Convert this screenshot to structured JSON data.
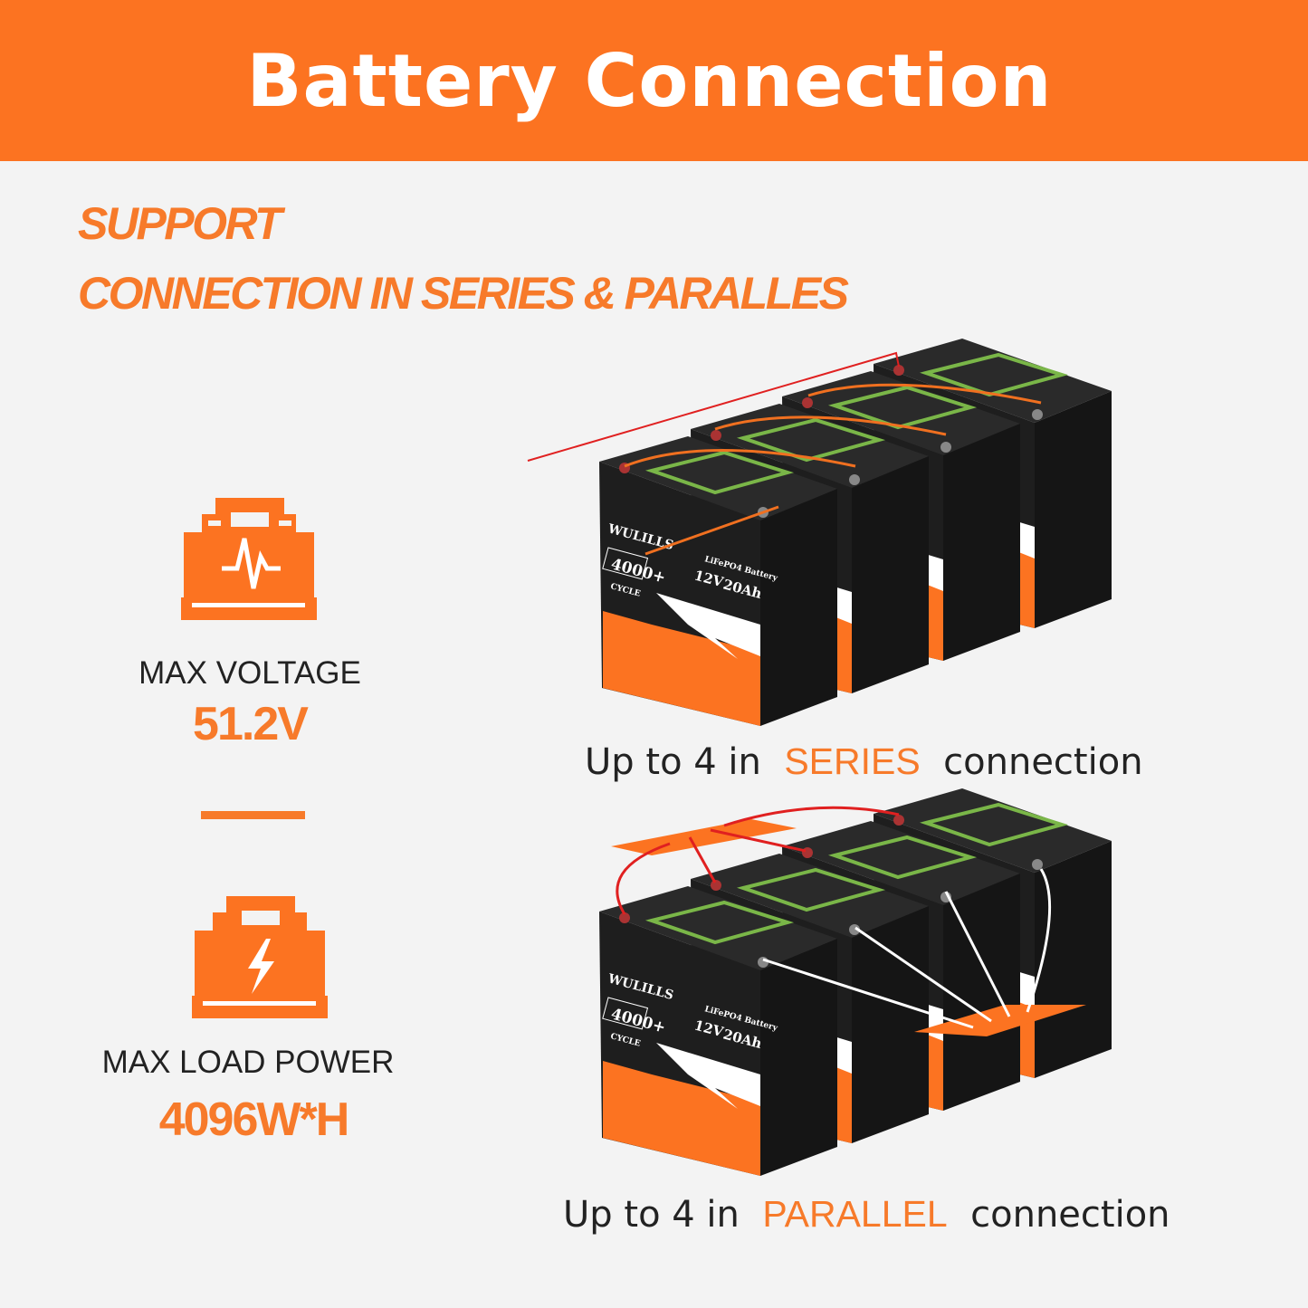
{
  "header": {
    "title": "Battery Connection"
  },
  "headline": {
    "line1": "SUPPORT",
    "line2": "CONNECTION IN SERIES & PARALLES"
  },
  "stats": [
    {
      "icon": "battery-pulse-icon",
      "label": "MAX VOLTAGE",
      "value": "51.2V"
    },
    {
      "icon": "battery-bolt-icon",
      "label": "MAX LOAD POWER",
      "value": "4096W*H"
    }
  ],
  "battery_label": {
    "brand": "WULILLS",
    "cycles": "4000+",
    "cycle_word": "CYCLE",
    "type": "LiFePO4 Battery",
    "voltage": "12V",
    "capacity": "20Ah"
  },
  "series": {
    "prefix": "Up to 4 in ",
    "highlight": "SERIES",
    "suffix": " connection"
  },
  "parallel": {
    "prefix": "Up to 4 in ",
    "highlight": "PARALLEL",
    "suffix": " connection"
  },
  "colors": {
    "brand_orange": "#fc7321",
    "battery_body": "#1e1e1e",
    "wire_red": "#e02020",
    "wire_orange": "#f07020",
    "wire_white": "#ffffff"
  }
}
